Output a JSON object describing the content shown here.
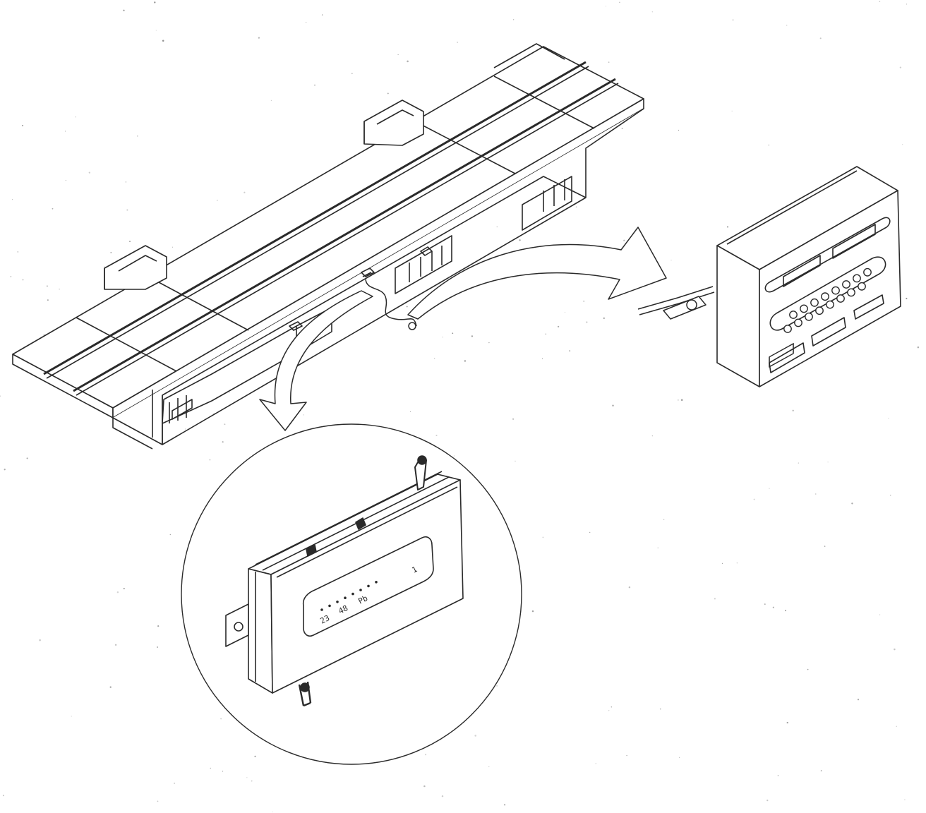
{
  "diagram": {
    "components": [
      {
        "id": "weighbridge",
        "kind": "platform-scale"
      },
      {
        "id": "junction-box",
        "kind": "enclosure-with-display"
      },
      {
        "id": "weighing-indicator",
        "kind": "terminal-with-keypad"
      }
    ],
    "connections": [
      {
        "from": "weighbridge",
        "to": "junction-box",
        "style": "curved-arrow"
      },
      {
        "from": "weighbridge",
        "to": "weighing-indicator",
        "style": "curved-arrow"
      }
    ]
  },
  "junction_box": {
    "display_marks": [
      "23",
      "48",
      "Pb",
      "1"
    ]
  },
  "indicator": {
    "key_rows": 2,
    "keys_per_row": 8
  },
  "colors": {
    "line": "#2a2a2a",
    "background": "#ffffff"
  }
}
